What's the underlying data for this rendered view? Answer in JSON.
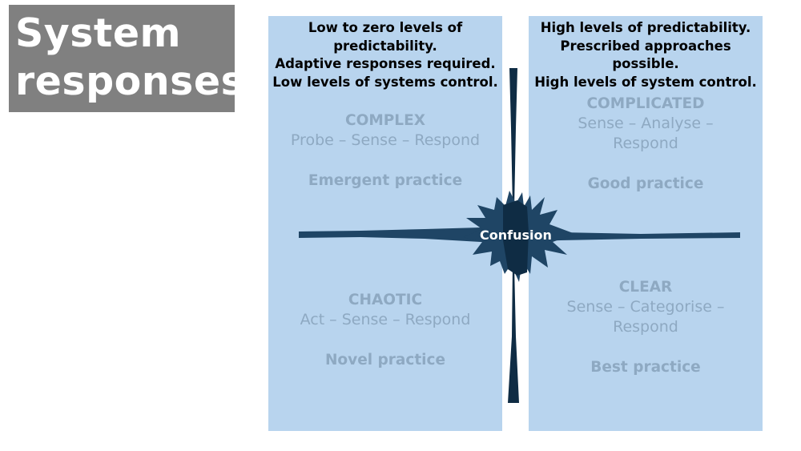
{
  "title": {
    "line1": "System",
    "line2": "responses"
  },
  "left_panel": {
    "description": [
      "Low to zero levels of",
      "predictability.",
      "Adaptive responses required.",
      "Low levels of systems control."
    ],
    "top_domain": {
      "name": "COMPLEX",
      "steps": "Probe – Sense – Respond",
      "practice": "Emergent practice"
    },
    "bottom_domain": {
      "name": "CHAOTIC",
      "steps": "Act – Sense – Respond",
      "practice": "Novel practice"
    }
  },
  "right_panel": {
    "description": [
      "High levels of predictability.",
      "Prescribed approaches",
      "possible.",
      "High levels of system control."
    ],
    "top_domain": {
      "name": "COMPLICATED",
      "steps_lines": [
        "Sense – Analyse –",
        "Respond"
      ],
      "practice": "Good practice"
    },
    "bottom_domain": {
      "name": "CLEAR",
      "steps_lines": [
        "Sense – Categorise –",
        "Respond"
      ],
      "practice": "Best practice"
    }
  },
  "center": {
    "label": "Confusion"
  },
  "colors": {
    "panel": "#b8d4ee",
    "domain_text": "#8ea9c2",
    "axis_line": "#1f4565",
    "burst_dark": "#0f2c44",
    "title_bg": "#808080"
  }
}
